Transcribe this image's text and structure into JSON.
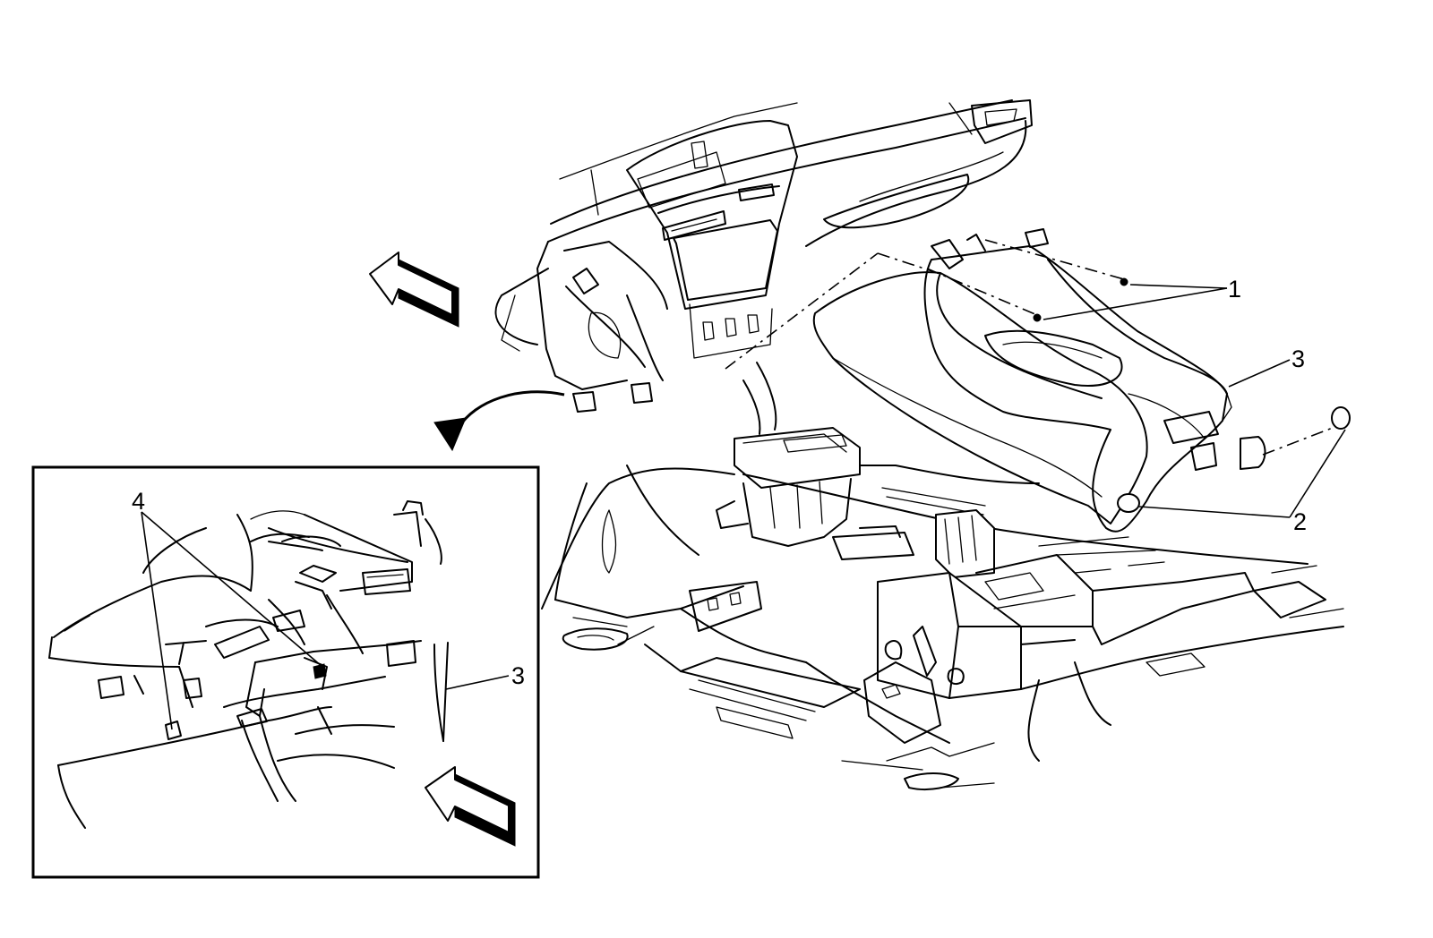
{
  "callouts": {
    "c1": "1",
    "c2": "2",
    "c3_main": "3",
    "c3_inset": "3",
    "c4": "4"
  },
  "icons": {
    "direction_arrow_main": "front-direction-arrow-icon",
    "direction_arrow_inset": "front-direction-arrow-icon",
    "detail_arrow": "curved-detail-arrow-icon"
  },
  "colors": {
    "line": "#000000",
    "background": "#ffffff"
  }
}
